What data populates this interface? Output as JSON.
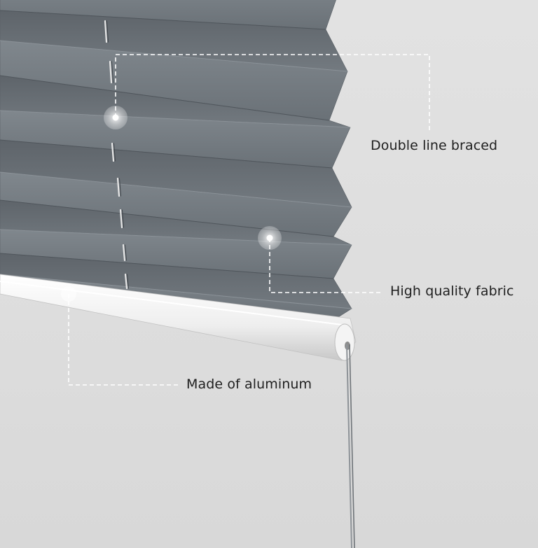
{
  "callouts": {
    "braced": "Double line braced",
    "fabric": "High quality fabric",
    "aluminum": "Made of aluminum"
  },
  "colors": {
    "background": "#dcdcdc",
    "fabric": "#6f767c",
    "fabric_fold": "#5b6167",
    "rail": "#f2f2f2",
    "callout_line": "#ffffff",
    "text": "#1f1f1f"
  }
}
